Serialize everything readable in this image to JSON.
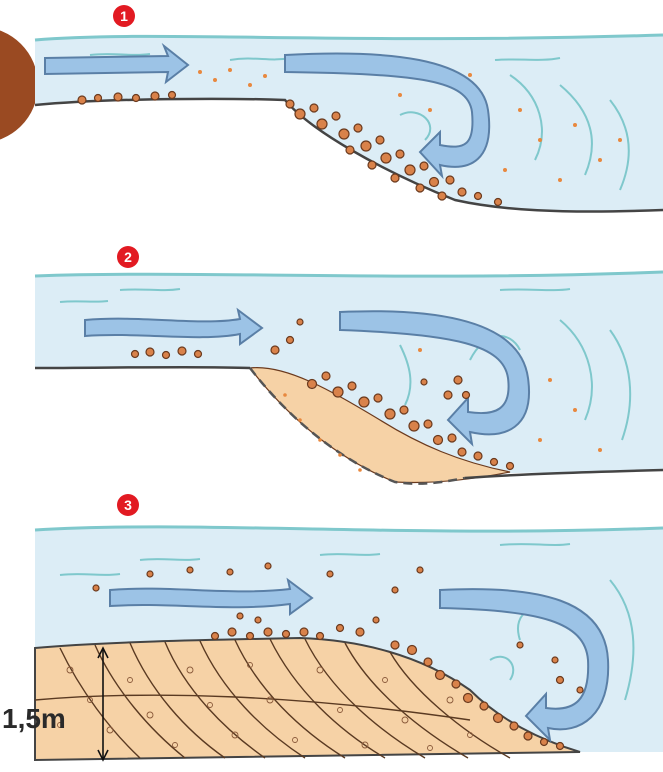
{
  "panels": [
    {
      "marker": "1"
    },
    {
      "marker": "2"
    },
    {
      "marker": "3"
    }
  ],
  "measure": {
    "label": "1,5m"
  },
  "colors": {
    "water": "#dcedf6",
    "water_lines": "#7fc8cc",
    "arrow_fill": "#9cc3e6",
    "arrow_stroke": "#5a7fa6",
    "pebble": "#d9824a",
    "pebble_stroke": "#6b3a1e",
    "sediment": "#f6d2a6",
    "ground": "#444444",
    "marker_red": "#e21a22",
    "corner_brown": "#9a4a22"
  }
}
